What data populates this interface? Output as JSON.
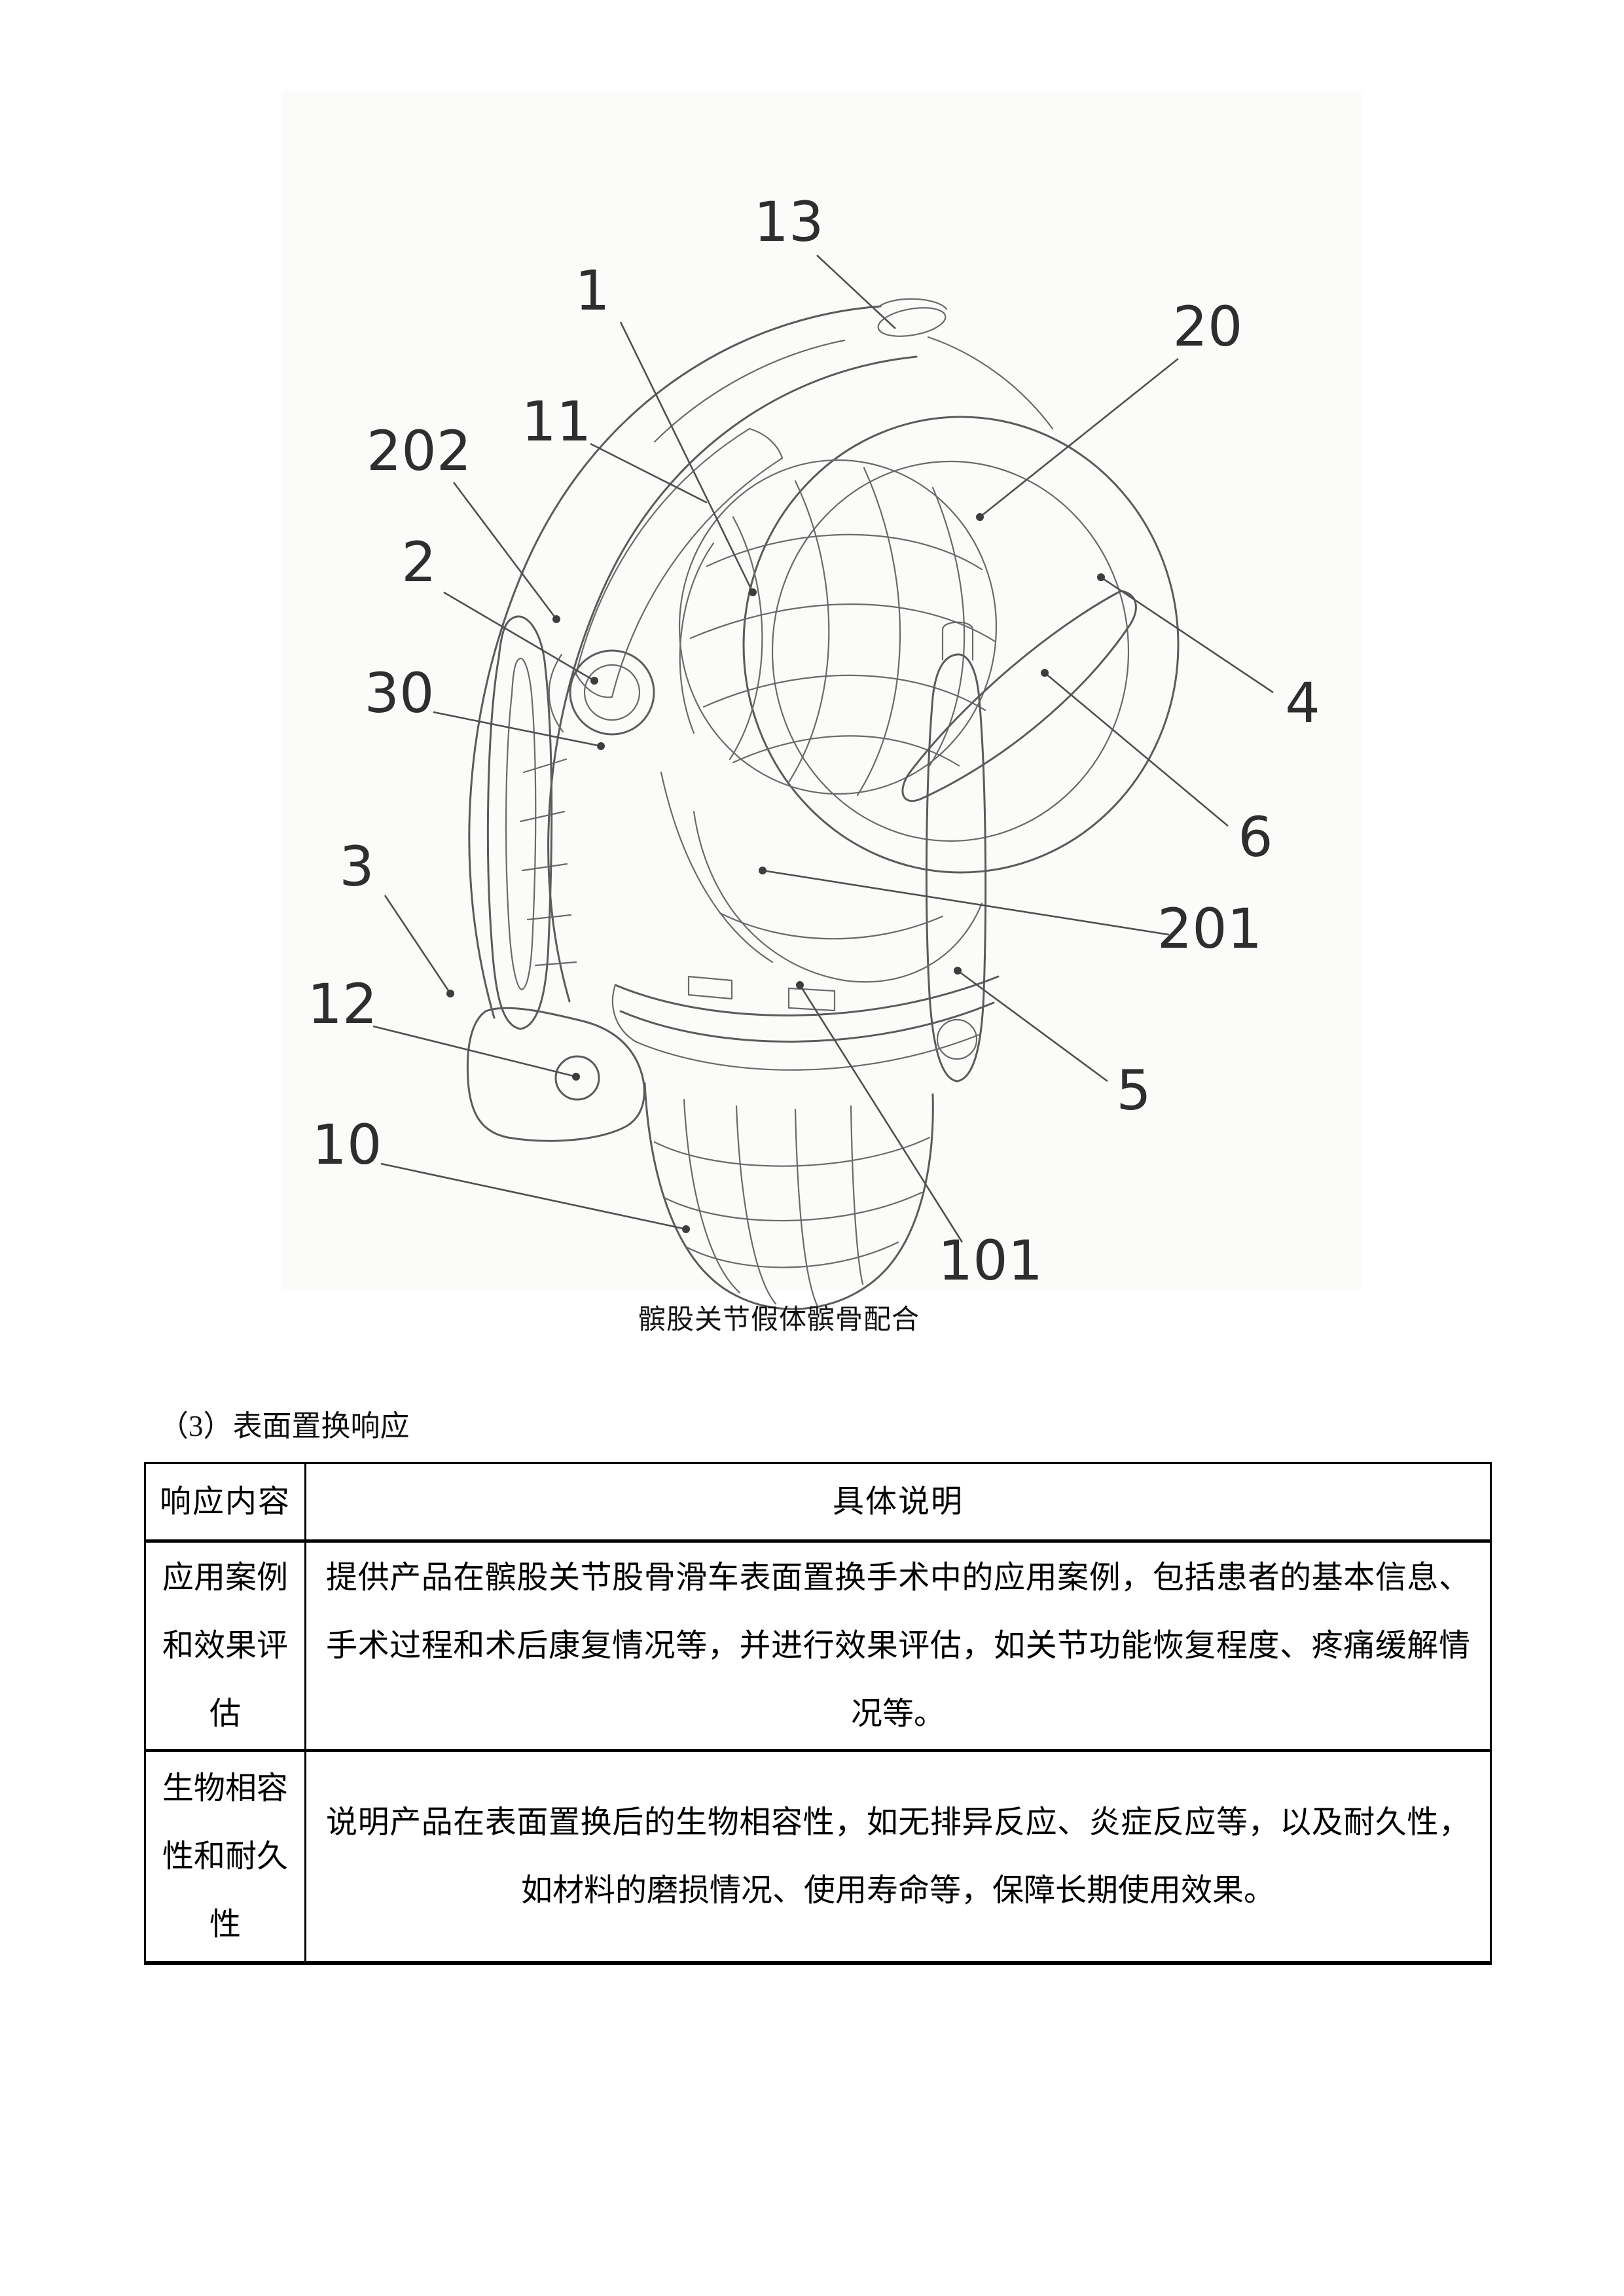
{
  "figure": {
    "caption": "髌股关节假体髌骨配合",
    "labels": [
      "13",
      "1",
      "20",
      "11",
      "202",
      "2",
      "30",
      "4",
      "6",
      "3",
      "201",
      "12",
      "5",
      "10",
      "101"
    ]
  },
  "section_heading": "（3）表面置换响应",
  "table": {
    "headers": [
      "响应内容",
      "具体说明"
    ],
    "rows": [
      {
        "name": "应用案例和效果评估",
        "desc": "提供产品在髌股关节股骨滑车表面置换手术中的应用案例，包括患者的基本信息、手术过程和术后康复情况等，并进行效果评估，如关节功能恢复程度、疼痛缓解情况等。"
      },
      {
        "name": "生物相容性和耐久性",
        "desc": "说明产品在表面置换后的生物相容性，如无排异反应、炎症反应等，以及耐久性，如材料的磨损情况、使用寿命等，保障长期使用效果。"
      }
    ]
  }
}
